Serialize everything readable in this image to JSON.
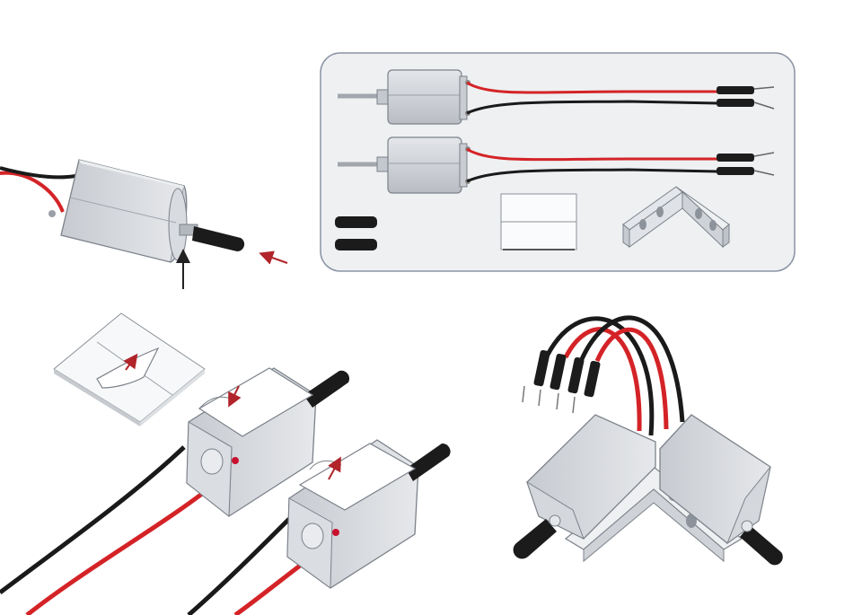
{
  "diagram": {
    "kind": "assembly-instructions",
    "parts_panel": {
      "items": [
        "motor-with-leads",
        "motor-with-leads",
        "shaft-sleeve",
        "shaft-sleeve",
        "adhesive-pad",
        "angle-bracket"
      ]
    },
    "steps": [
      {
        "id": "attach-sleeve",
        "arrows": [
          "black-arrow-up",
          "red-arrow-in"
        ]
      },
      {
        "id": "peel-backing",
        "arrows": [
          "red-arrow-peel"
        ]
      },
      {
        "id": "apply-pad-to-motors",
        "arrows": [
          "red-arrow-down",
          "red-arrow-peel"
        ]
      },
      {
        "id": "mount-on-bracket",
        "arrows": []
      }
    ],
    "colors": {
      "motor_body": "#d3d6db",
      "motor_shade": "#a7abb2",
      "wire_red": "#d42327",
      "wire_black": "#1a1a1a",
      "panel_fill": "#eef0f2",
      "panel_stroke": "#8b94a3",
      "arrow_red": "#b0242a",
      "arrow_black": "#222222"
    }
  }
}
